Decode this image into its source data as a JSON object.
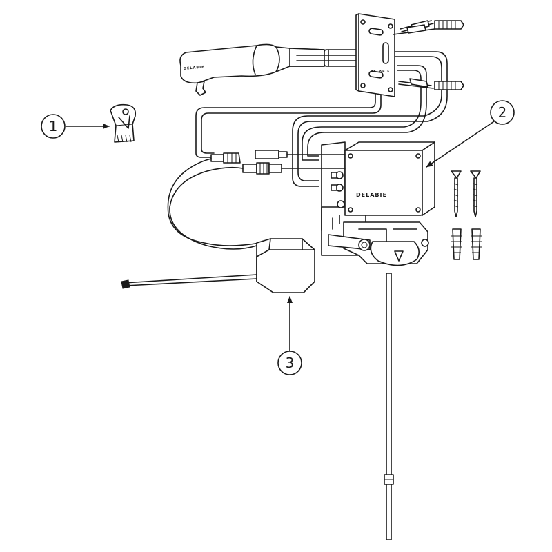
{
  "callouts": {
    "c1": "1",
    "c2": "2",
    "c3": "3"
  },
  "brand": {
    "control_box": "DELABIE",
    "wall_bracket": "DELABIE",
    "spout": "DELABIE"
  }
}
